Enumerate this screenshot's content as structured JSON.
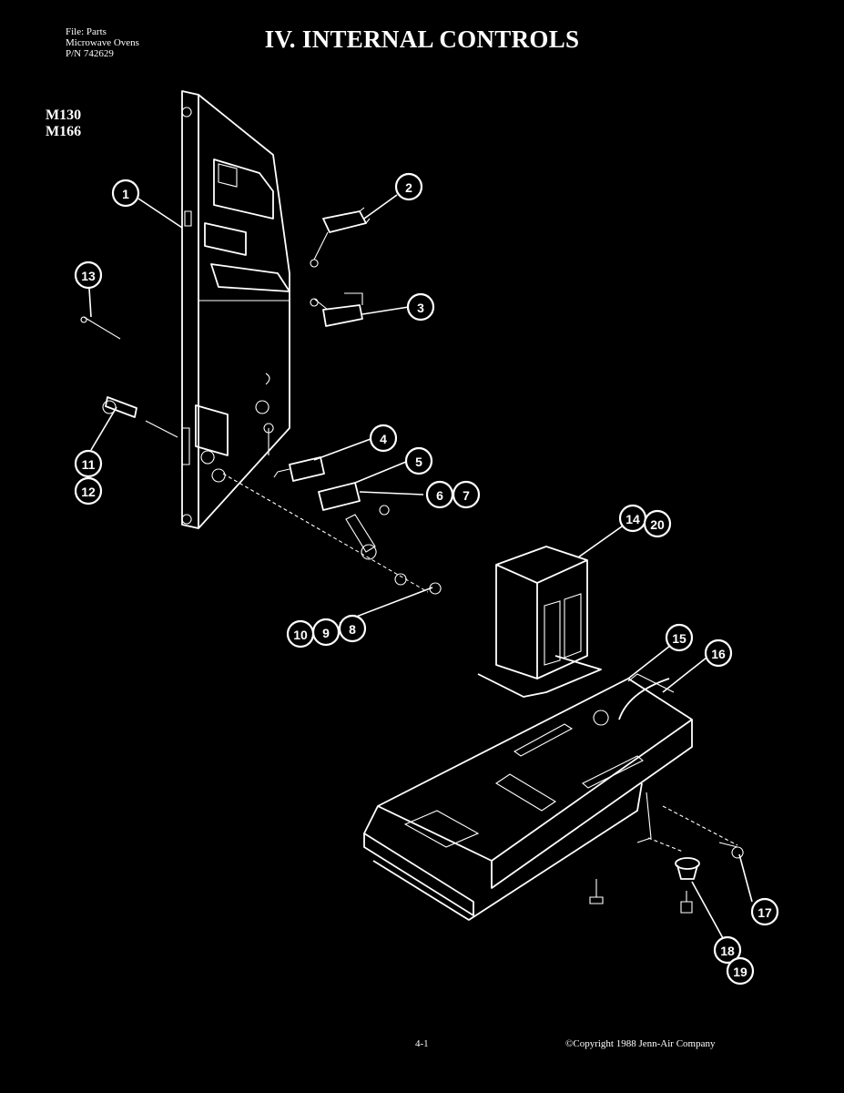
{
  "header": {
    "file_line": "File: Parts",
    "category_line": "Microwave Ovens",
    "pn_line": "P/N 742629"
  },
  "title": "IV. INTERNAL CONTROLS",
  "models": [
    "M130",
    "M166"
  ],
  "callouts": {
    "c1": "1",
    "c2": "2",
    "c3": "3",
    "c4": "4",
    "c5": "5",
    "c6": "6",
    "c7": "7",
    "c8": "8",
    "c9": "9",
    "c10": "10",
    "c11": "11",
    "c12": "12",
    "c13": "13",
    "c14": "14",
    "c15": "15",
    "c16": "16",
    "c17": "17",
    "c18": "18",
    "c19": "19",
    "c20": "20"
  },
  "footer": {
    "page": "4-1",
    "copyright": "©Copyright 1988 Jenn-Air Company"
  },
  "colors": {
    "background": "#000000",
    "ink": "#ffffff"
  }
}
